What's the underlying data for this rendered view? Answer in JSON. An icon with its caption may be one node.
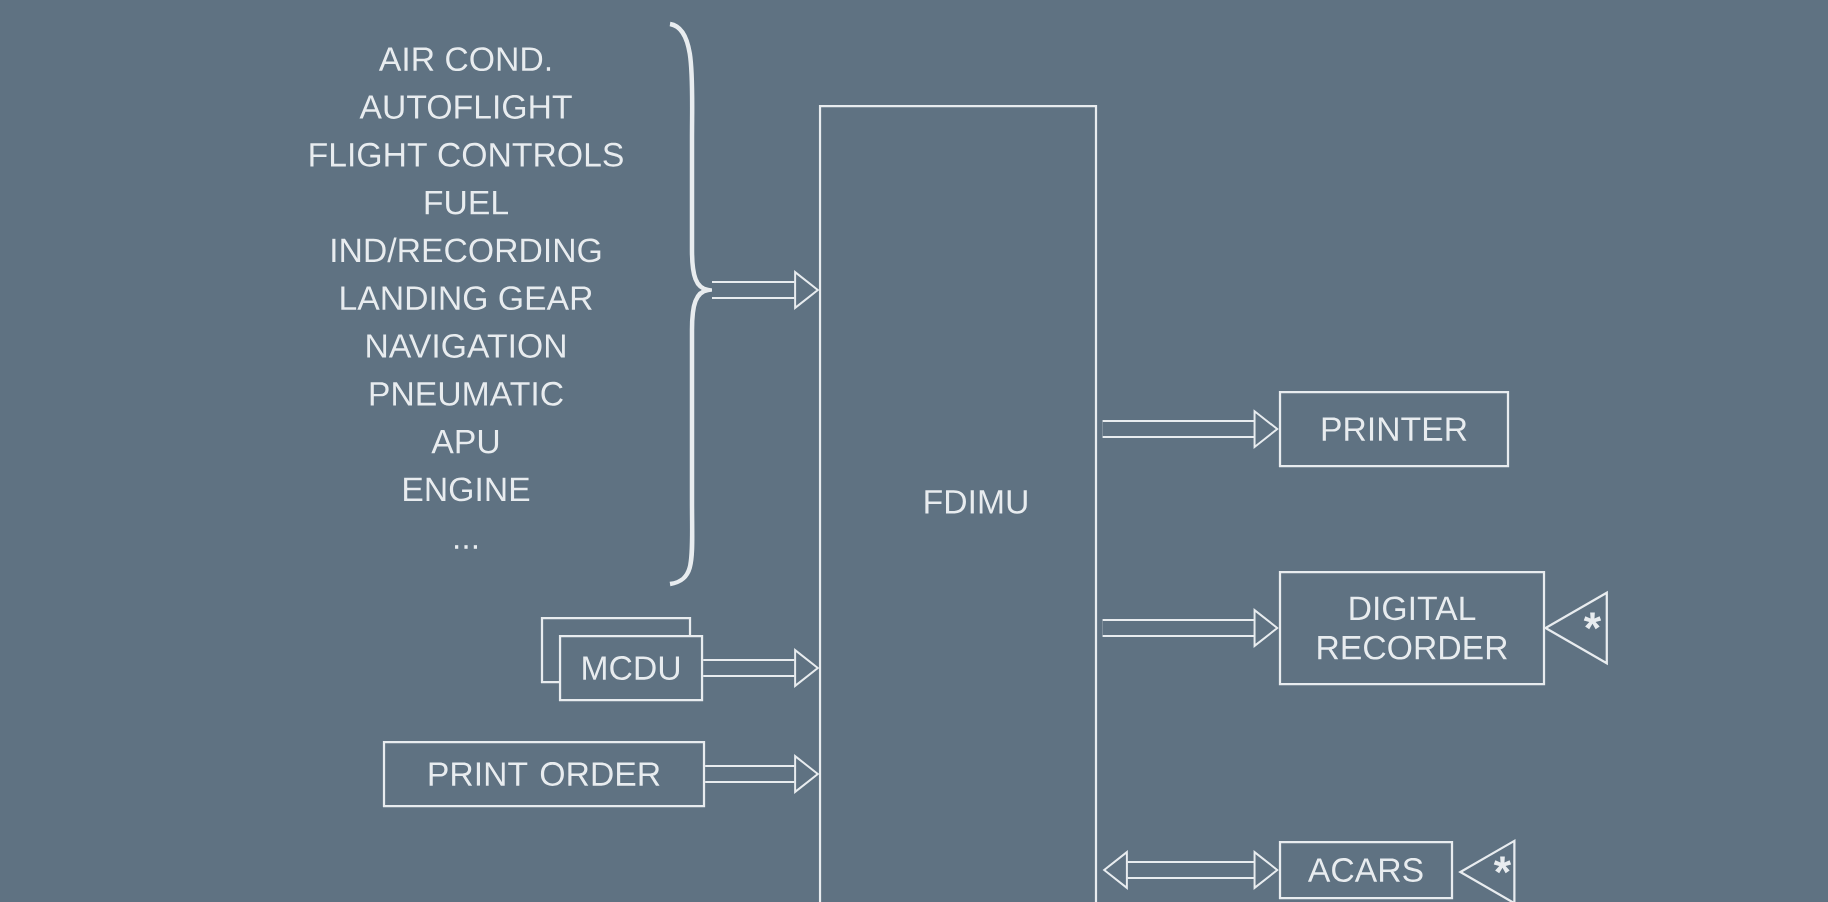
{
  "diagram": {
    "nodes": [
      {
        "text": [
          "AIR COND.",
          "AUTOFLIGHT",
          "FLIGHT CONTROLS",
          "FUEL",
          "IND/RECORDING",
          "LANDING GEAR",
          "NAVIGATION",
          "PNEUMATIC",
          "APU",
          "ENGINE",
          "..."
        ]
      },
      {
        "text": [
          "FDIMU"
        ]
      },
      {
        "text": [
          "MCDU"
        ]
      },
      {
        "text": [
          "PRINT ORDER"
        ]
      },
      {
        "text": [
          "PRINTER"
        ]
      },
      {
        "text": [
          "DIGITAL RECORDER"
        ]
      },
      {
        "text": [
          "ACARS"
        ]
      },
      {
        "text": [
          "*"
        ]
      },
      {
        "text": [
          "*"
        ]
      }
    ],
    "edges": [
      {
        "from": 0,
        "to": 1,
        "arrow": "to"
      },
      {
        "from": 2,
        "to": 1,
        "arrow": "to"
      },
      {
        "from": 3,
        "to": 1,
        "arrow": "to"
      },
      {
        "from": 1,
        "to": 4,
        "arrow": "to"
      },
      {
        "from": 1,
        "to": 5,
        "arrow": "to"
      },
      {
        "from": 1,
        "to": 6,
        "arrow": "both"
      }
    ]
  }
}
